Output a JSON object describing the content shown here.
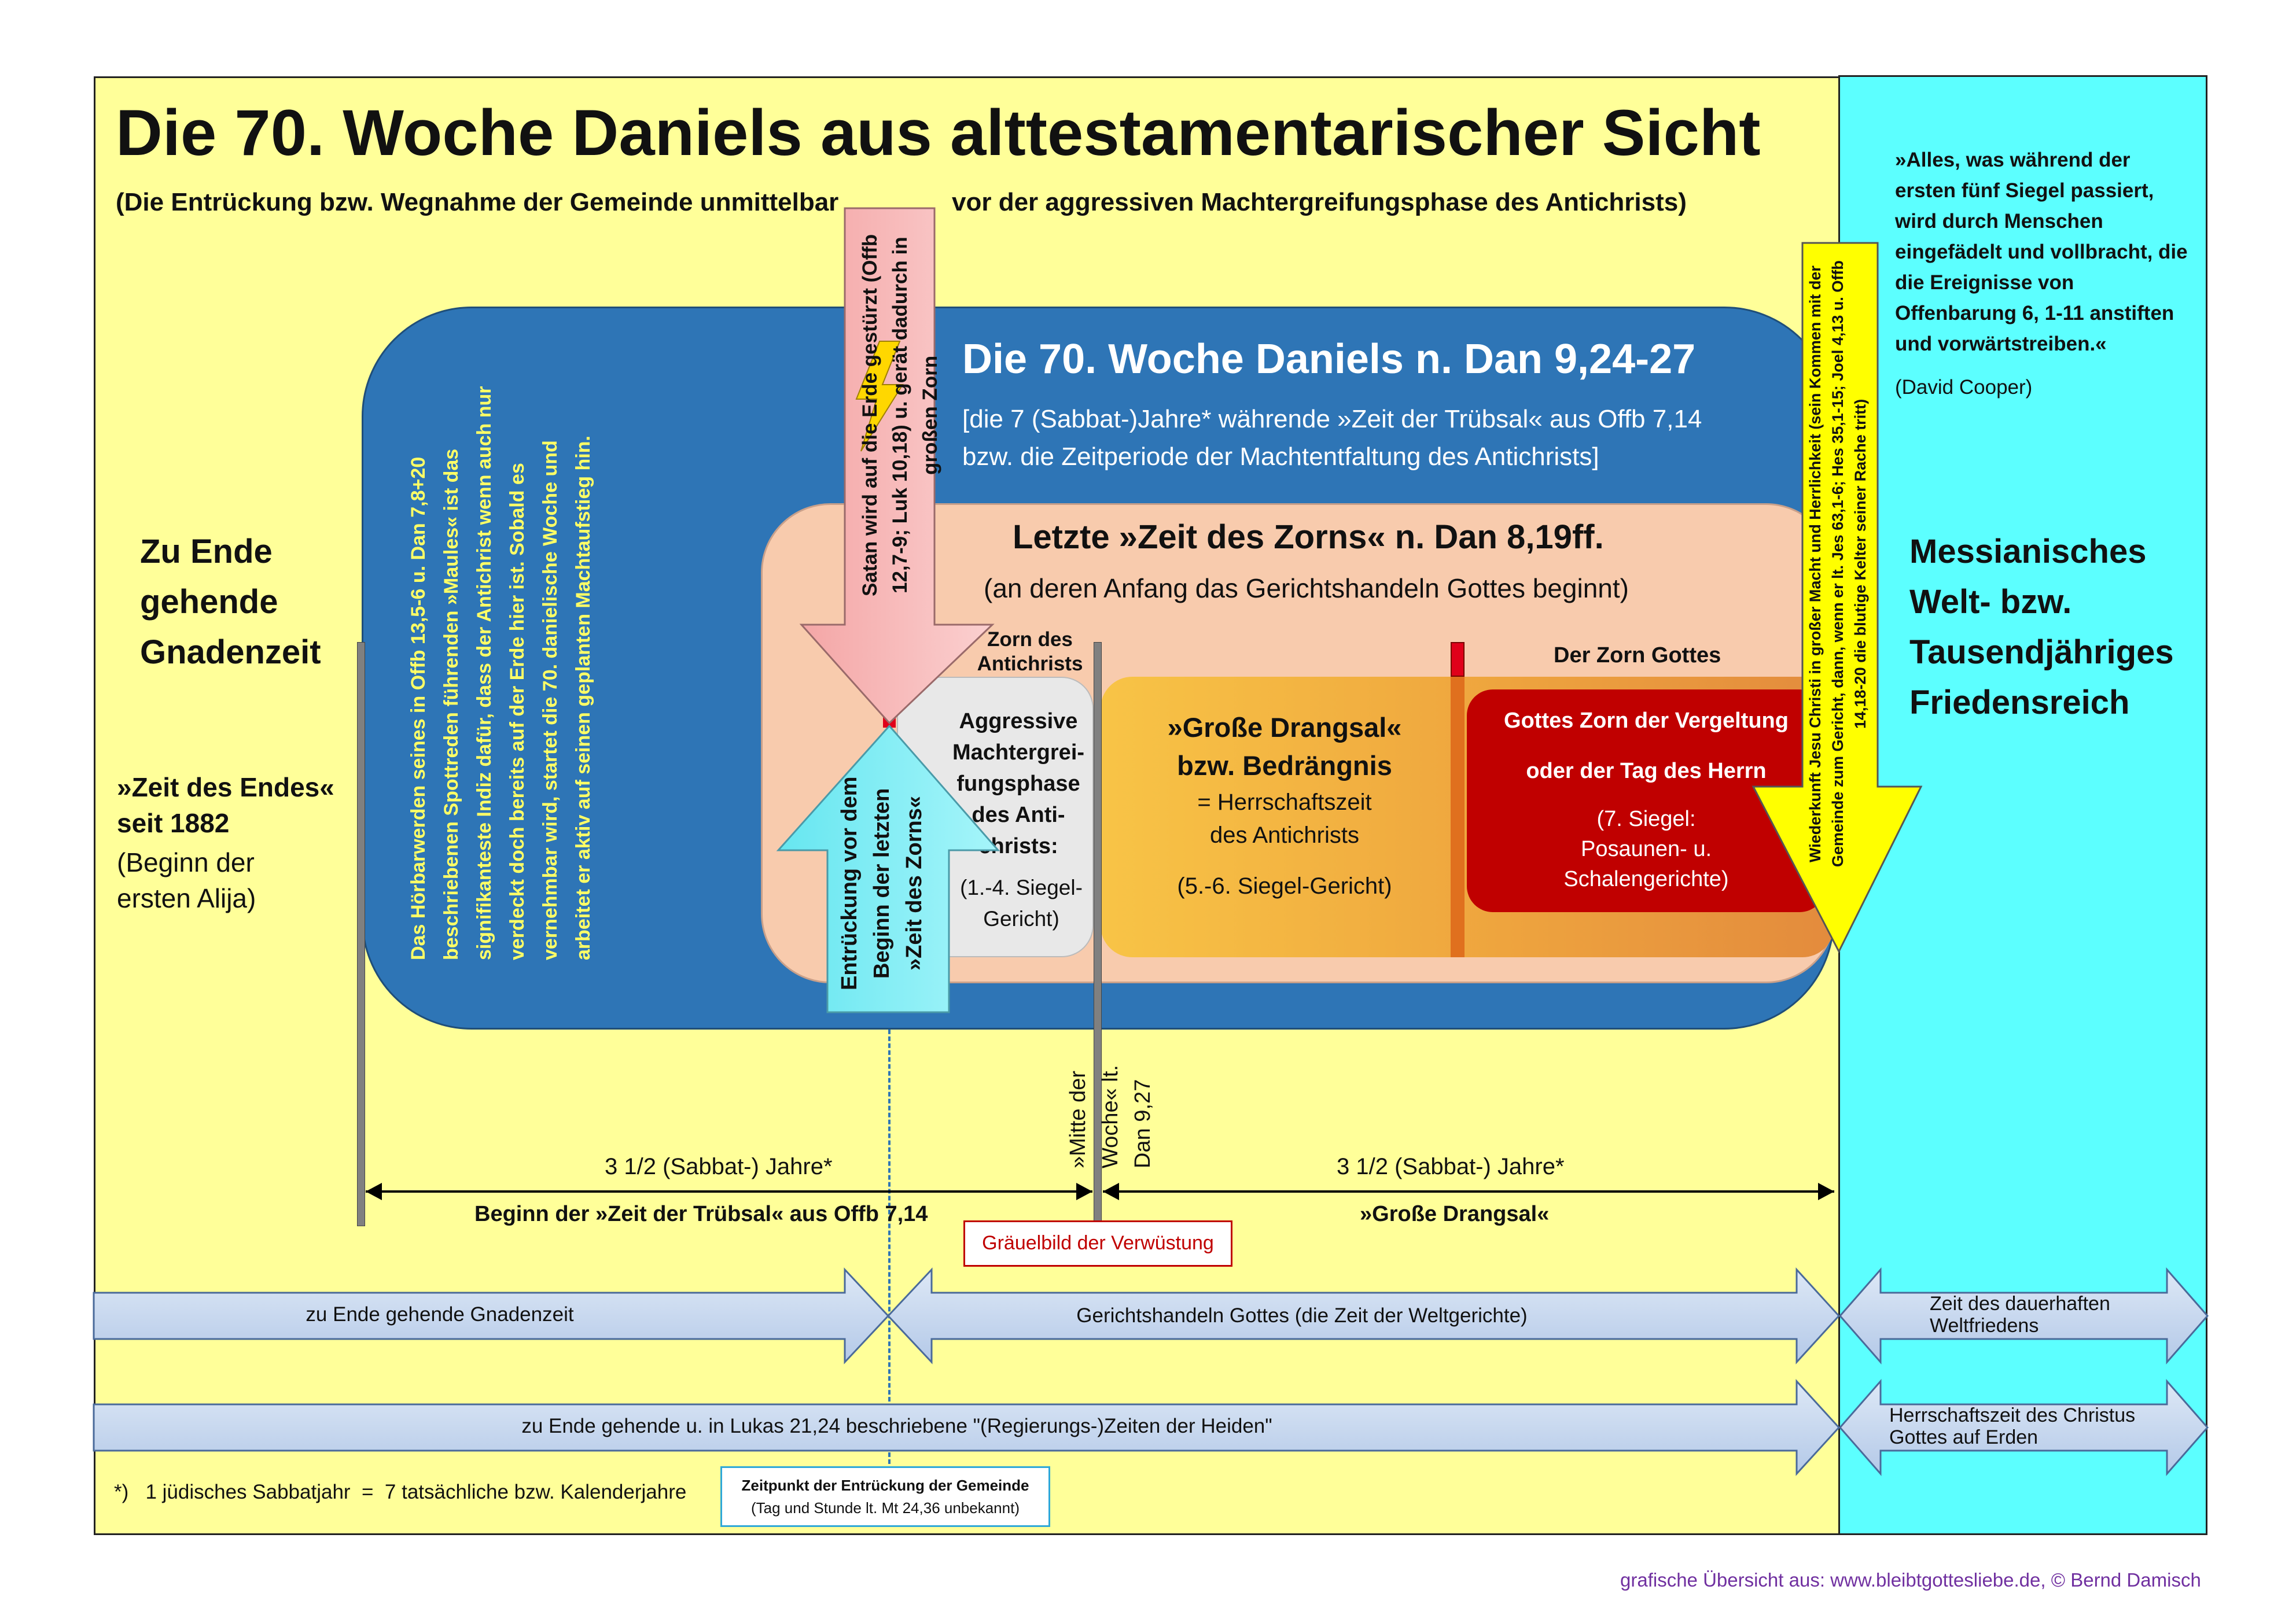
{
  "title": "Die 70. Woche Daniels aus alttestamentarischer Sicht",
  "subtitle_left": "(Die Entrückung bzw. Wegnahme der Gemeinde unmittelbar",
  "subtitle_right": "vor der aggressiven Machtergreifungsphase des Antichrists)",
  "quote": {
    "text": "»Alles, was während der ersten fünf Siegel passiert, wird durch Menschen eingefädelt und vollbracht, die die Ereignisse von Offenbarung 6, 1-11 anstiften und vorwärtstreiben.«",
    "author": "(David Cooper)"
  },
  "blue_box": {
    "title": "Die 70. Woche Daniels n. Dan 9,24-27",
    "sub1": "[die 7 (Sabbat-)Jahre* währende »Zeit der Trübsal« aus Offb 7,14",
    "sub2": "bzw. die Zeitperiode der Machtentfaltung des Antichrists]",
    "vertical_text": "Das Hörbarwerden seines in Offb 13,5-6 u. Dan 7,8+20 beschriebenen Spottreden führenden »Maules« ist das signifikanteste Indiz dafür, dass der Antichrist wenn auch nur verdeckt doch bereits auf der Erde hier ist. Sobald es vernehmbar wird, startet die 70. danielische Woche und arbeitet er aktiv auf seinen geplanten Machtaufstieg hin."
  },
  "peach_box": {
    "title": "Letzte »Zeit des Zorns« n. Dan 8,19ff.",
    "subtitle": "(an deren Anfang das Gerichtshandeln Gottes beginnt)"
  },
  "left_section": {
    "heading_lines": [
      "Zu Ende",
      "gehende",
      "Gnadenzeit"
    ],
    "end_time_lines": [
      "»Zeit des Endes«",
      "seit 1882"
    ],
    "alija_lines": [
      "(Beginn der",
      "ersten Alija)"
    ]
  },
  "right_section": {
    "heading_lines": [
      "Messianisches",
      "Welt- bzw.",
      "Tausendjähriges",
      "Friedensreich"
    ]
  },
  "zorn_antichrist_label": "Zorn des Antichrists",
  "zorn_gottes_label": "Der Zorn Gottes",
  "aggressive": {
    "title": "Aggressive Machtergrei-fungsphase des Anti-christs:",
    "detail": "(1.-4. Siegel-Gericht)"
  },
  "drangsal": {
    "title": "»Große Drangsal« bzw. Bedrängnis",
    "line1": "= Herrschaftszeit",
    "line2": "des Antichrists",
    "seal": "(5.-6. Siegel-Gericht)"
  },
  "vergeltung": {
    "line1": "Gottes Zorn der Vergeltung",
    "line2": "oder der Tag des Herrn",
    "seal1": "(7. Siegel:",
    "seal2": "Posaunen- u.",
    "seal3": "Schalengerichte)"
  },
  "satan_text": "Satan wird auf die Erde gestürzt (Offb 12,7-9; Luk 10,18) u. gerät dadurch in großen Zorn",
  "rapture_text": "Entrückung vor dem Beginn der letzten »Zeit des Zorns«",
  "return_text": "Wiederkunft Jesu Christi in großer Macht und Herrlichkeit (sein Kommen mit der Gemeinde zum Gericht, dann, wenn er lt. Jes 63,1-6; Hes 35,1-15; Joel 4,13 u. Offb 14,18-20 die blutige Kelter seiner Rache tritt)",
  "mid_week_label": "»Mitte der Woche« lt. Dan 9,27",
  "half_left": "3 1/2 (Sabbat-) Jahre*",
  "half_right": "3 1/2 (Sabbat-) Jahre*",
  "tribulation_start": "Beginn der »Zeit der Trübsal« aus Offb 7,14",
  "great_tribulation": "»Große Drangsal«",
  "abomination": "Gräuelbild der Verwüstung",
  "arrows": {
    "grace": "zu Ende gehende Gnadenzeit",
    "judgment": "Gerichtshandeln Gottes (die Zeit der Weltgerichte)",
    "peace": "Zeit des dauerhaften Weltfriedens",
    "nations": "zu Ende gehende u. in Lukas 21,24 beschriebene \"(Regierungs-)Zeiten der Heiden\"",
    "christ_reign": "Herrschaftszeit des Christus Gottes auf Erden"
  },
  "footnote": "*)   1 jüdisches Sabbatjahr  =  7 tatsächliche bzw. Kalenderjahre",
  "rapture_time": {
    "line1": "Zeitpunkt der Entrückung der Gemeinde",
    "line2": "(Tag und Stunde lt. Mt 24,36 unbekannt)"
  },
  "credit": "grafische Übersicht aus: www.bleibtgottesliebe.de, © Bernd Damisch",
  "colors": {
    "yellow_bg": "#ffff99",
    "cyan_bg": "#5cffff",
    "blue_box": "#2e75b6",
    "peach": "#f8cbad",
    "dark_red": "#c00000",
    "orange": "#f0a030",
    "credit_purple": "#7030a0"
  }
}
